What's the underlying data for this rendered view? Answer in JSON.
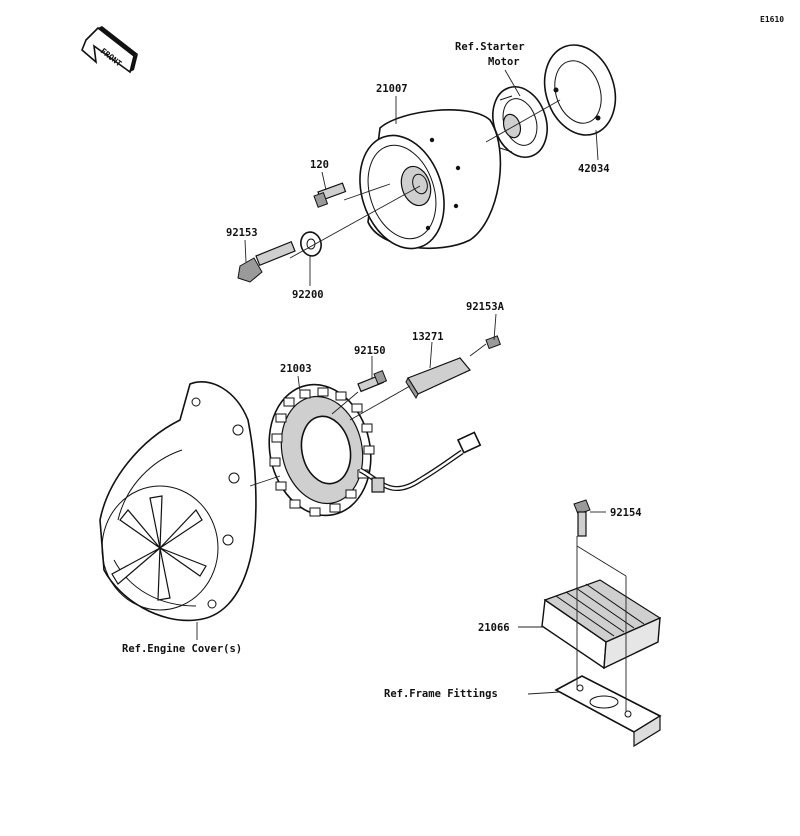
{
  "diagram_code": "E1610",
  "front_label": "FRONT",
  "labels": {
    "ref_starter_motor_1": "Ref.Starter",
    "ref_starter_motor_2": "Motor",
    "p21007": "21007",
    "p42034": "42034",
    "p120": "120",
    "p92153": "92153",
    "p92200": "92200",
    "p92153a": "92153A",
    "p13271": "13271",
    "p92150": "92150",
    "p21003": "21003",
    "p92154": "92154",
    "p21066": "21066",
    "ref_engine_cover": "Ref.Engine Cover(s)",
    "ref_frame_fittings": "Ref.Frame Fittings"
  }
}
